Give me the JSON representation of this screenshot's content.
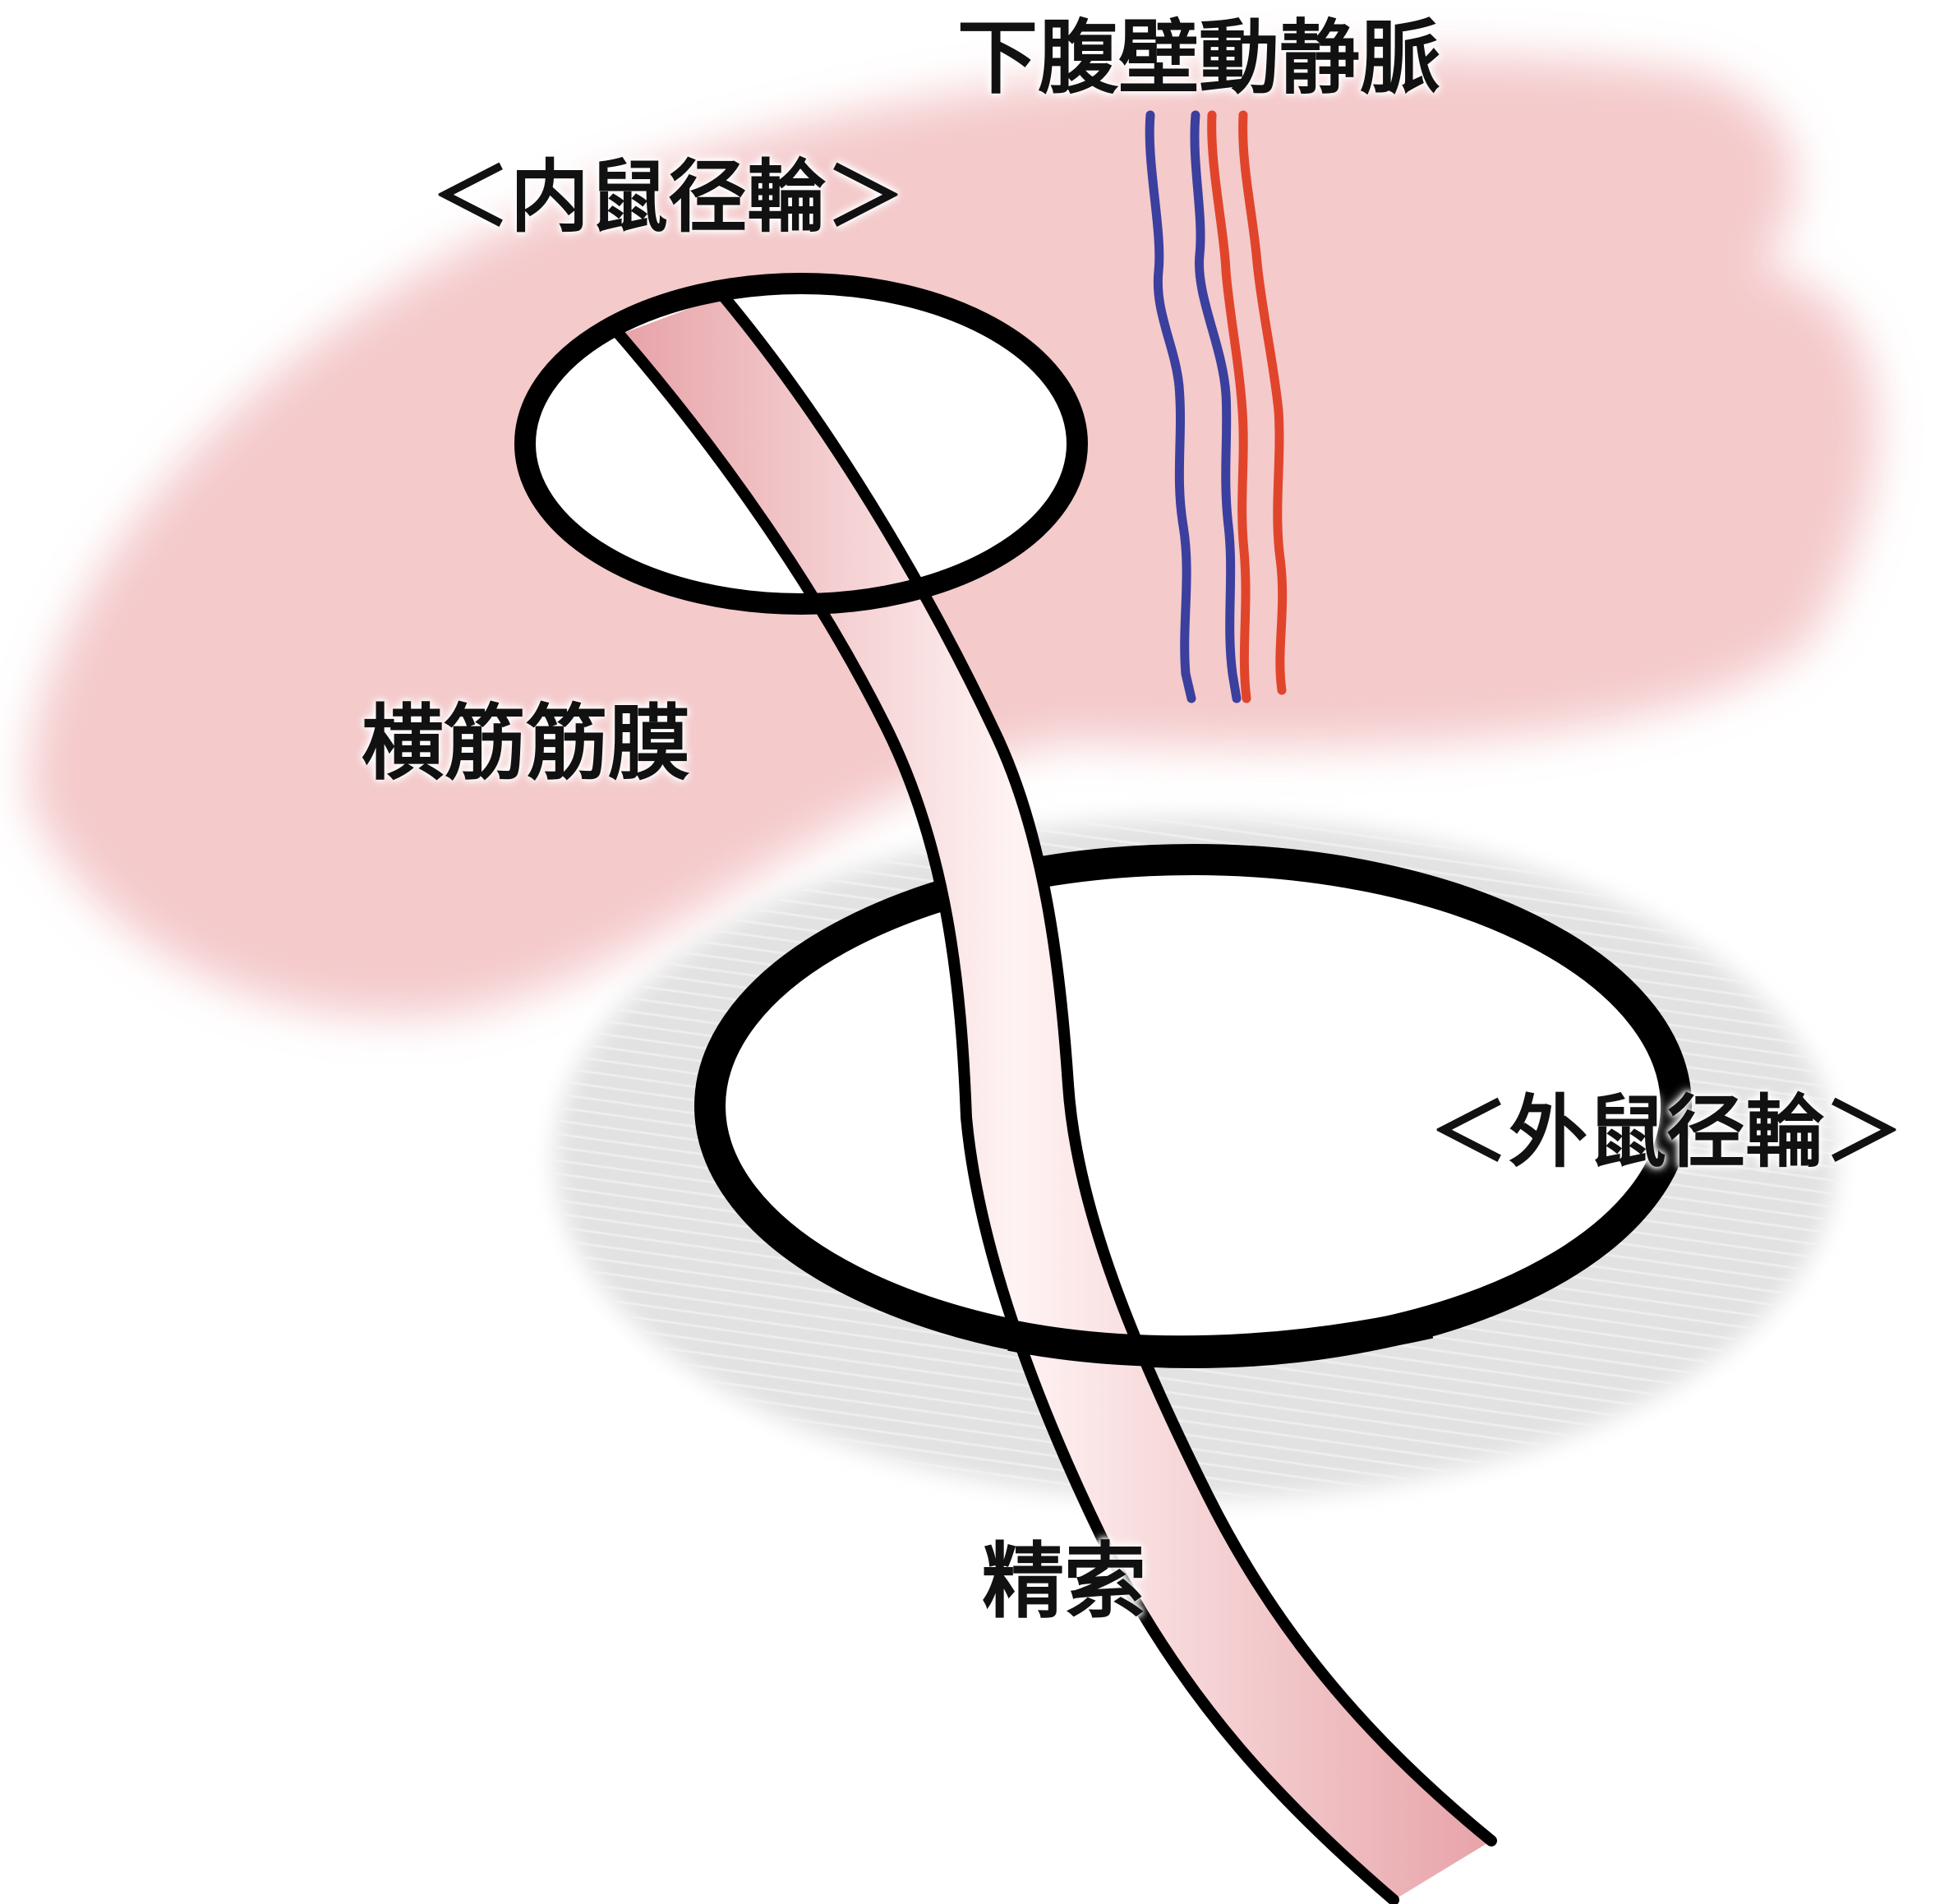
{
  "labels": {
    "vessels": "下腹壁動静脈",
    "internal_ring": "＜内鼠径輪＞",
    "transversalis_fascia": "横筋筋膜",
    "external_ring": "＜外鼠径輪＞",
    "spermatic_cord": "精索"
  },
  "colors": {
    "muscle": "#f0b3b5",
    "fiber": "#fbe3e4",
    "external_ring_tissue": "#e4e4e4",
    "outline": "#000000",
    "cord_center": "#fff1f1",
    "cord_edge": "#e7a3a8",
    "vein": "#3b3f9e",
    "artery": "#e0452b"
  }
}
